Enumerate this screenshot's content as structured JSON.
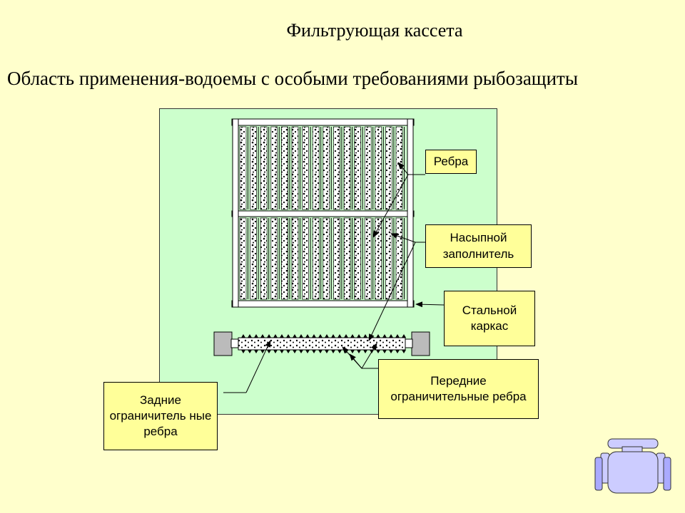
{
  "slide": {
    "title": "Фильтрующая кассета",
    "subtitle": "Область применения-водоемы с особыми требованиями рыбозащиты"
  },
  "labels": {
    "ribs": "Ребра",
    "fill": "Насыпной заполнитель",
    "frame": "Стальной каркас",
    "front": "Передние ограничительные ребра",
    "rear": "Задние ограничитель ные ребра"
  },
  "colors": {
    "background": "#ffffcc",
    "panel": "#ccffcc",
    "callout": "#ffff99",
    "robot": "#ccccff"
  },
  "icons": [
    "robot-icon"
  ]
}
